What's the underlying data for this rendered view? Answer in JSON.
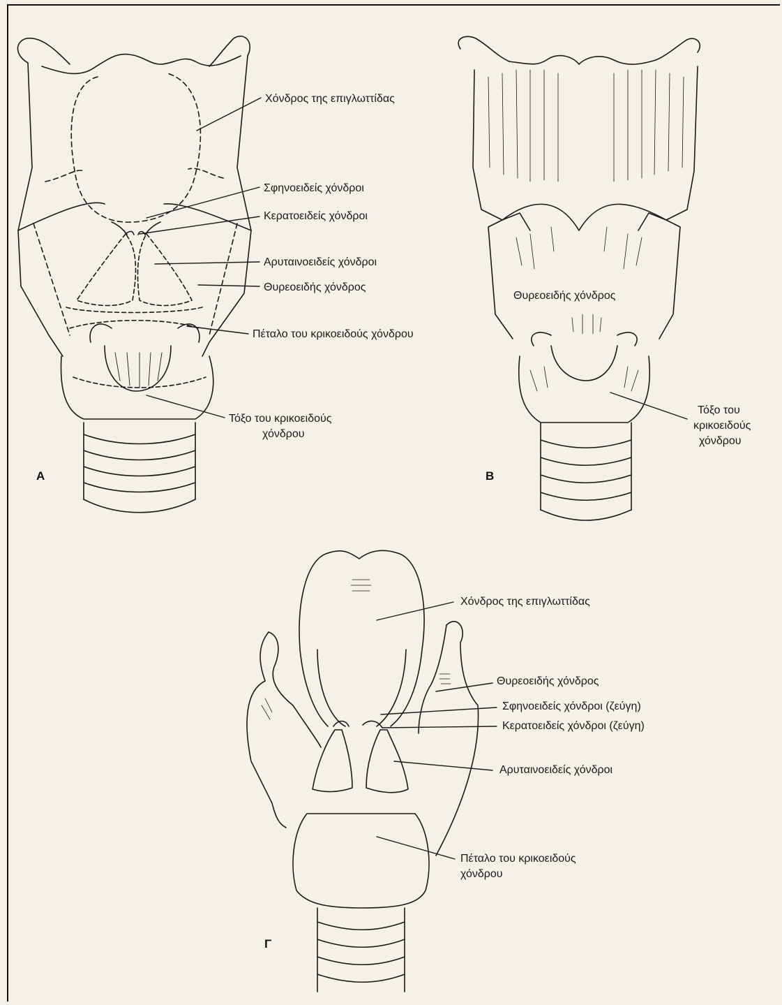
{
  "panels": {
    "a": "A",
    "b": "B",
    "c": "Γ"
  },
  "labels_a": {
    "epiglottis": "Χόνδρος της επιγλωττίδας",
    "cuneiform": "Σφηνοειδείς χόνδροι",
    "corniculate": "Κερατοειδείς χόνδροι",
    "arytenoid": "Αρυταινοειδείς χόνδροι",
    "thyroid": "Θυρεοειδής χόνδρος",
    "cricoid_lamina": "Πέταλο του κρικοειδούς χόνδρου",
    "cricoid_arch_1": "Τόξο του κρικοειδούς",
    "cricoid_arch_2": "χόνδρου"
  },
  "labels_b": {
    "thyroid": "Θυρεοειδής χόνδρος",
    "cricoid_arch_1": "Τόξο του",
    "cricoid_arch_2": "κρικοειδούς",
    "cricoid_arch_3": "χόνδρου"
  },
  "labels_c": {
    "epiglottis": "Χόνδρος της επιγλωττίδας",
    "thyroid": "Θυρεοειδής χόνδρος",
    "cuneiform": "Σφηνοειδείς χόνδροι (ζεύγη)",
    "corniculate": "Κερατοειδείς χόνδροι (ζεύγη)",
    "arytenoid": "Αρυταινοειδείς χόνδροι",
    "cricoid_lamina_1": "Πέταλο του κρικοειδούς",
    "cricoid_lamina_2": "χόνδρου"
  }
}
